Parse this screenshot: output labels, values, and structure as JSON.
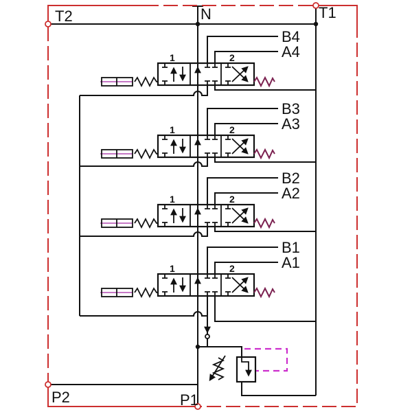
{
  "diagram": {
    "ports": {
      "t2": "T2",
      "n": "N",
      "t1": "T1",
      "p2": "P2",
      "p1": "P1"
    },
    "sections": [
      {
        "b_label": "B4",
        "a_label": "A4",
        "pos_left": "1",
        "pos_right": "2"
      },
      {
        "b_label": "B3",
        "a_label": "A3",
        "pos_left": "1",
        "pos_right": "2"
      },
      {
        "b_label": "B2",
        "a_label": "A2",
        "pos_left": "1",
        "pos_right": "2"
      },
      {
        "b_label": "B1",
        "a_label": "A1",
        "pos_left": "1",
        "pos_right": "2"
      }
    ],
    "symbols": [
      "lever-actuator-icon",
      "spring-icon",
      "directional-valve-3-position-icon",
      "check-valve-icon",
      "relief-valve-icon",
      "adjustable-spring-icon",
      "pilot-line-icon"
    ],
    "colors": {
      "line": "#111111",
      "border_red": "#cc2e2e",
      "magenta": "#cc2ecc",
      "actuator_magenta": "#c678c6",
      "spring_maroon": "#7b2150",
      "background": "#ffffff"
    }
  }
}
